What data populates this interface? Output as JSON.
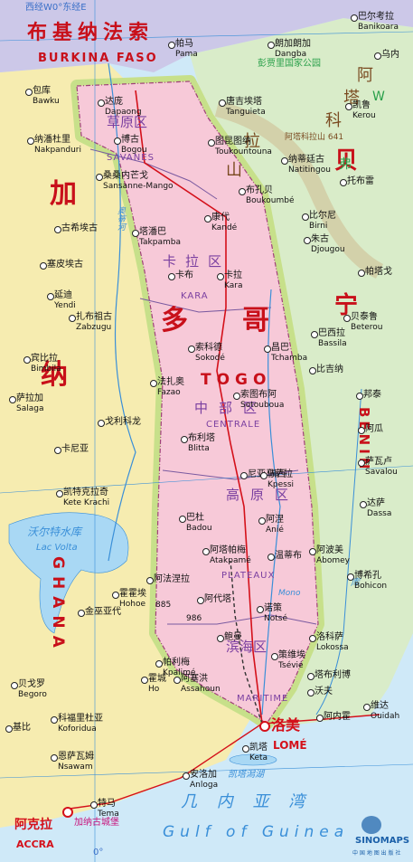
{
  "colors": {
    "togo": "#f7c9d8",
    "benin": "#d9ecc9",
    "ghana": "#f6ecb0",
    "burkina": "#ccc8e8",
    "sea": "#cfe9f8",
    "border_glow": "#c7e08a",
    "river": "#3a8fd8"
  },
  "header": {
    "meridian": "西经W0°东经E"
  },
  "countries": {
    "burkina_cn": "布基纳法索",
    "burkina_en": "BURKINA FASO",
    "togo_cn1": "多",
    "togo_cn2": "哥",
    "togo_en": "TOGO",
    "benin_cn1": "贝",
    "benin_cn2": "宁",
    "benin_en": "BENIN",
    "ghana_cn1": "加",
    "ghana_cn2": "纳",
    "ghana_en": "GHANA"
  },
  "regions": {
    "savanes_cn": "草原区",
    "savanes_en": "SAVANES",
    "kara_cn": "卡拉区",
    "kara_en": "KARA",
    "centrale_cn": "中部区",
    "centrale_en": "CENTRALE",
    "plateaux_cn": "高原区",
    "plateaux_en": "PLATEAUX",
    "maritime_cn": "滨海区",
    "maritime_en": "MARITIME"
  },
  "capitals": {
    "lome_cn": "洛美",
    "lome_en": "LOMÉ",
    "accra_cn": "阿克拉",
    "accra_en": "ACCRA",
    "ghana_castle": "加纳古城堡"
  },
  "water": {
    "gulf_cn": "几 内 亚 湾",
    "gulf_en": "Gulf of Guinea",
    "volta_cn": "沃尔特水库",
    "volta_en": "Lac Volta",
    "lagoon": "凯塔潟湖",
    "mono": "Mono",
    "oti": "奥蒂河",
    "kou": "库"
  },
  "parks": {
    "pendjari": "彭贾里国家公园",
    "atakora": "阿塔科拉山",
    "w_park": "W",
    "kara_park": "弗"
  },
  "mountains": {
    "atakora_mt": "阿塔科拉山 641",
    "ridge1": "拉",
    "ridge2": "山",
    "ridge3": "科",
    "ridge4": "塔",
    "ridge5": "阿"
  },
  "misc": {
    "zero_deg": "0°",
    "km885": "885",
    "km986": "986",
    "logo_cn": "中 国 地 图 出 版 社",
    "logo_en": "SINOMAPS"
  },
  "cities": [
    {
      "cn": "巴尔考拉",
      "en": "Banikoara"
    },
    {
      "cn": "帕马",
      "en": "Pama"
    },
    {
      "cn": "朗加朗加",
      "en": "Dangba"
    },
    {
      "cn": "乌内",
      "en": ""
    },
    {
      "cn": "包库",
      "en": "Bawku"
    },
    {
      "cn": "达庞",
      "en": "Dapaong"
    },
    {
      "cn": "唐吉埃塔",
      "en": "Tanguieta"
    },
    {
      "cn": "凯鲁",
      "en": "Kerou"
    },
    {
      "cn": "纳潘杜里",
      "en": "Nakpanduri"
    },
    {
      "cn": "博古",
      "en": "Bogou"
    },
    {
      "cn": "图昆图纳",
      "en": "Toukountouna"
    },
    {
      "cn": "纳蒂廷古",
      "en": "Natitingou"
    },
    {
      "cn": "桑桑内芒戈",
      "en": "Sansanne-Mango"
    },
    {
      "cn": "布孔贝",
      "en": "Boukoumbé"
    },
    {
      "cn": "托布雷",
      "en": ""
    },
    {
      "cn": "古希埃古",
      "en": ""
    },
    {
      "cn": "塔潘巴",
      "en": "Takpamba"
    },
    {
      "cn": "康代",
      "en": "Kandé"
    },
    {
      "cn": "比尔尼",
      "en": "Birni"
    },
    {
      "cn": "朱古",
      "en": "Djougou"
    },
    {
      "cn": "塞皮埃古",
      "en": ""
    },
    {
      "cn": "帕塔戈",
      "en": ""
    },
    {
      "cn": "延迪",
      "en": "Yendi"
    },
    {
      "cn": "卡布",
      "en": ""
    },
    {
      "cn": "卡拉",
      "en": "Kara"
    },
    {
      "cn": "扎布祖古",
      "en": "Zabzugu"
    },
    {
      "cn": "贝泰鲁",
      "en": "Beterou"
    },
    {
      "cn": "巴西拉",
      "en": "Bassila"
    },
    {
      "cn": "索科德",
      "en": "Sokodé"
    },
    {
      "cn": "昌巴",
      "en": "Tchamba"
    },
    {
      "cn": "宾比拉",
      "en": "Bimbila"
    },
    {
      "cn": "法扎奥",
      "en": "Fazao"
    },
    {
      "cn": "比吉纳",
      "en": ""
    },
    {
      "cn": "索图布阿",
      "en": "Sotouboua"
    },
    {
      "cn": "萨拉加",
      "en": "Salaga"
    },
    {
      "cn": "戈利科龙",
      "en": ""
    },
    {
      "cn": "邦泰",
      "en": ""
    },
    {
      "cn": "布利塔",
      "en": "Blitta"
    },
    {
      "cn": "阿瓜",
      "en": ""
    },
    {
      "cn": "卡尼亚",
      "en": ""
    },
    {
      "cn": "萨瓦卢",
      "en": "Savalou"
    },
    {
      "cn": "凯特克拉奇",
      "en": "Kete Krachi"
    },
    {
      "cn": "尼亚马萨拉",
      "en": ""
    },
    {
      "cn": "佩西",
      "en": "Kpessi"
    },
    {
      "cn": "达萨",
      "en": "Dassa"
    },
    {
      "cn": "巴杜",
      "en": "Badou"
    },
    {
      "cn": "阿涅",
      "en": "Anié"
    },
    {
      "cn": "阿波美",
      "en": "Abomey"
    },
    {
      "cn": "阿塔帕梅",
      "en": "Atakpamé"
    },
    {
      "cn": "温蒂布",
      "en": ""
    },
    {
      "cn": "阿法涅拉",
      "en": ""
    },
    {
      "cn": "霍霍埃",
      "en": "Hohoe"
    },
    {
      "cn": "博希孔",
      "en": "Bohicon"
    },
    {
      "cn": "金巫亚代",
      "en": ""
    },
    {
      "cn": "阿代塔",
      "en": ""
    },
    {
      "cn": "诺策",
      "en": "Notsé"
    },
    {
      "cn": "鲍曼",
      "en": ""
    },
    {
      "cn": "帕利梅",
      "en": "Kpalimé"
    },
    {
      "cn": "洛科萨",
      "en": "Lokossa"
    },
    {
      "cn": "策维埃",
      "en": "Tsévié"
    },
    {
      "cn": "塔布利博",
      "en": ""
    },
    {
      "cn": "贝戈罗",
      "en": "Begoro"
    },
    {
      "cn": "霍城",
      "en": "Ho"
    },
    {
      "cn": "阿塞洪",
      "en": "Assahoun"
    },
    {
      "cn": "沃夫",
      "en": ""
    },
    {
      "cn": "维达",
      "en": "Ouidah"
    },
    {
      "cn": "基比",
      "en": ""
    },
    {
      "cn": "科福里杜亚",
      "en": "Koforidua"
    },
    {
      "cn": "阿内霍",
      "en": ""
    },
    {
      "cn": "恩萨瓦姆",
      "en": "Nsawam"
    },
    {
      "cn": "凯塔",
      "en": "Keta"
    },
    {
      "cn": "安洛加",
      "en": "Anloga"
    },
    {
      "cn": "特马",
      "en": "Tema"
    }
  ]
}
